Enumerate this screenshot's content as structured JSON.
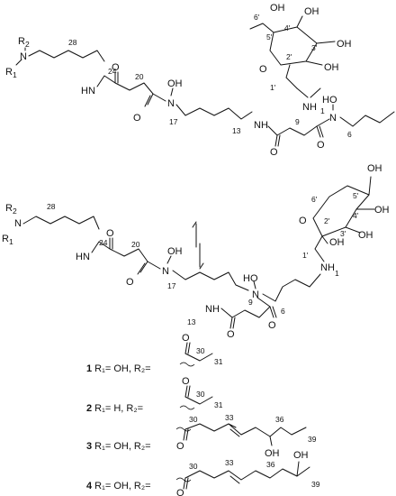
{
  "labels": {
    "r2": "R",
    "r2_sub": "2",
    "r1": "R",
    "r1_sub": "1",
    "n": "N",
    "hn": "HN",
    "nh": "NH",
    "o": "O",
    "oh": "OH",
    "ho": "HO",
    "pos_28": "28",
    "pos_24": "24",
    "pos_20": "20",
    "pos_17": "17",
    "pos_13": "13",
    "pos_9": "9",
    "pos_6": "6",
    "pos_1": "1",
    "pos_1p": "1'",
    "pos_2p": "2'",
    "pos_3p": "3'",
    "pos_4p": "4'",
    "pos_5p": "5'",
    "pos_6p": "6'",
    "pos_30": "30",
    "pos_31": "31",
    "pos_33": "33",
    "pos_36": "36",
    "pos_39": "39"
  },
  "entries": [
    {
      "num": "1",
      "text": " R₁= OH, R₂="
    },
    {
      "num": "2",
      "text": " R₁= H, R₂="
    },
    {
      "num": "3",
      "text": " R₁= OH, R₂="
    },
    {
      "num": "4",
      "text": " R₁= OH, R₂="
    }
  ],
  "equilibrium_arrow": "equilibrium"
}
